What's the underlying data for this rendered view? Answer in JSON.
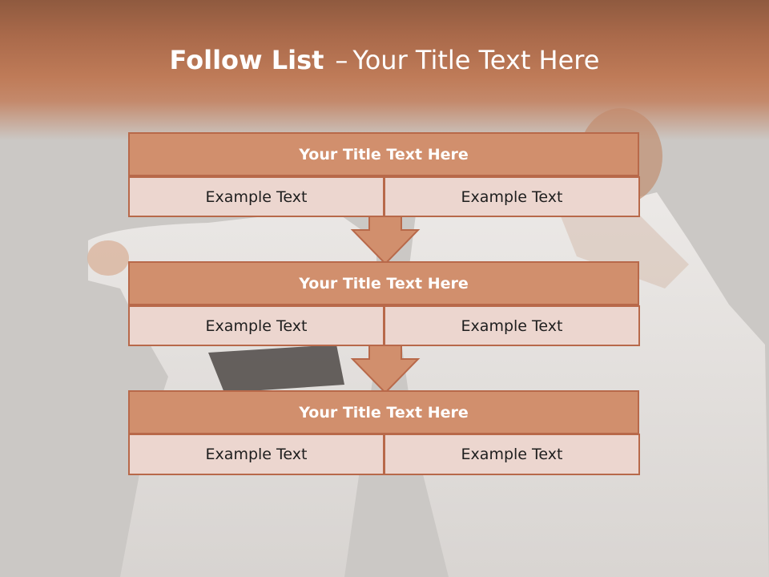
{
  "slide": {
    "title_bold": "Follow List",
    "title_dash": "–",
    "title_rest": "Your Title Text Here"
  },
  "rows": [
    {
      "title": "Your Title Text Here",
      "left": "Example Text",
      "right": "Example Text"
    },
    {
      "title": "Your Title Text Here",
      "left": "Example Text",
      "right": "Example Text"
    },
    {
      "title": "Your Title Text Here",
      "left": "Example Text",
      "right": "Example Text"
    }
  ],
  "colors": {
    "header": "#d18f6d",
    "border": "#b8694a",
    "cell": "#ecd6cf",
    "band": "#bf7b58"
  }
}
